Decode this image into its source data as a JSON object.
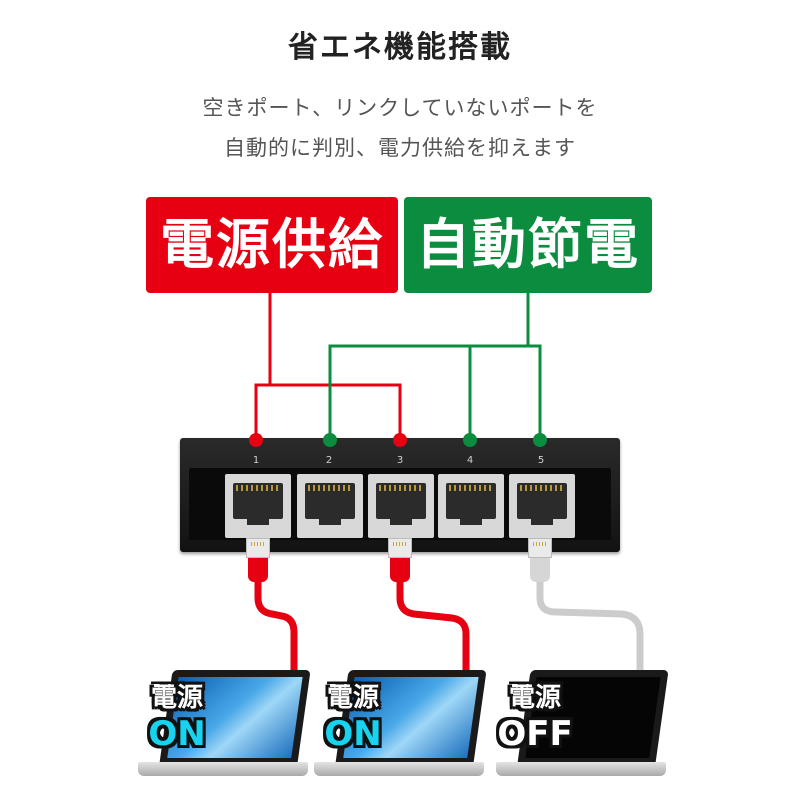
{
  "title": "省エネ機能搭載",
  "description": {
    "line1": "空きポート、リンクしていないポートを",
    "line2": "自動的に判別、電力供給を抑えます"
  },
  "badges": {
    "power": {
      "label": "電源供給",
      "color": "#e60012"
    },
    "auto": {
      "label": "自動節電",
      "color": "#0b8c3e"
    }
  },
  "ports": [
    {
      "number": "1",
      "state": "power"
    },
    {
      "number": "2",
      "state": "auto"
    },
    {
      "number": "3",
      "state": "power"
    },
    {
      "number": "4",
      "state": "auto"
    },
    {
      "number": "5",
      "state": "auto"
    }
  ],
  "cable_colors": {
    "active": "#e60012",
    "inactive": "#cccccc"
  },
  "laptops": [
    {
      "label": "電源",
      "status": "ON",
      "port": "1"
    },
    {
      "label": "電源",
      "status": "ON",
      "port": "3"
    },
    {
      "label": "電源",
      "status": "OFF",
      "port": "5"
    }
  ]
}
